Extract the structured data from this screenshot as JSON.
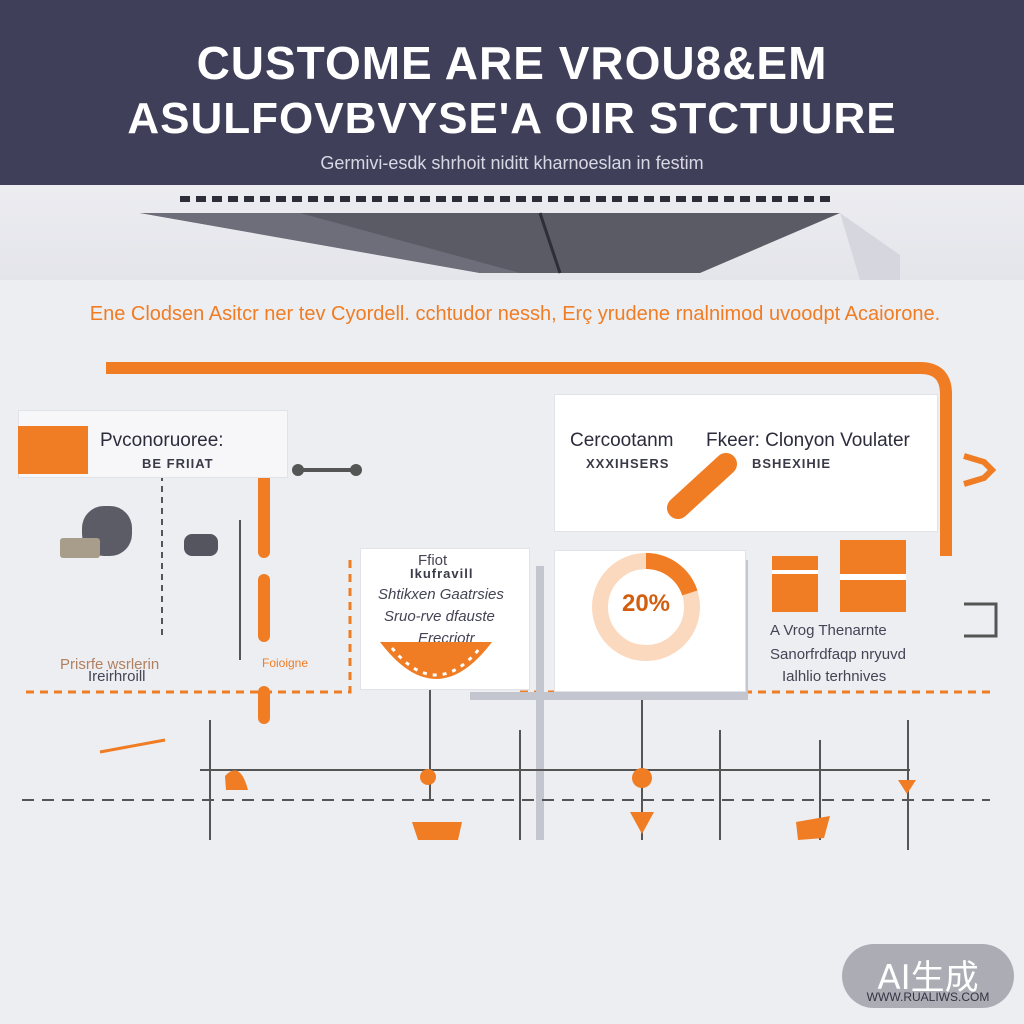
{
  "header": {
    "title_line1": "CUSTOME ARE VROU8&EM",
    "title_line2": "ASULFOVBVYSE'A OIR STCTUURE",
    "subtitle": "Germivi-esdk shrhoit niditt kharnoeslan in festim"
  },
  "banner_text": "Ene Clodsen Asitcr ner tev Cyordell. cchtudor nessh, Erç yrudene rnalnimod uvoodpt Acaiorone.",
  "left_card": {
    "title": "Pvconoruoree:",
    "caption": "BE FRIIAT"
  },
  "left_lower_text": {
    "line1": "Prisrfe wsrlerin",
    "line2": "Ireirhroill",
    "line3": "Foioigne"
  },
  "center_note": {
    "line1": "Ffiot",
    "line2": "Ikufravill",
    "line3": "Shtikxen Gaatrsies",
    "line4": "Sruo-rve dfauste",
    "line5": "Erecriotr"
  },
  "top_right_card": {
    "title_left": "Cercootanm",
    "title_right": "Fkeer:  Clonyon Voulater",
    "caption_left": "XXXIHSERS",
    "caption_right": "BSHEXIHIE"
  },
  "donut": {
    "label": "20%",
    "value": 0.2,
    "color": "#f07c23"
  },
  "right_text": {
    "line1": "A Vrog Thenarnte",
    "line2": "Sanorfrdfaqp nryuvd",
    "line3": "Ialhlio terhnives"
  },
  "colors": {
    "header_bg": "#3f3f59",
    "accent": "#f07c23",
    "background": "#eceef2"
  },
  "watermark": {
    "label": "AI生成",
    "url": "WWW.RUALIWS.COM"
  }
}
